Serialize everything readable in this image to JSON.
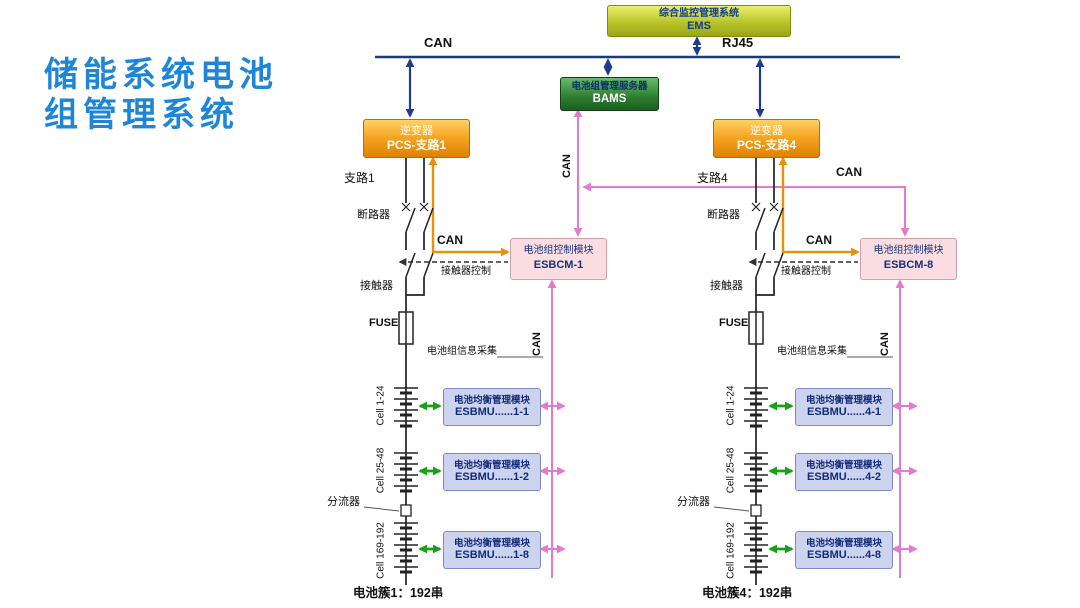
{
  "title": {
    "line1": "储能系统电池",
    "line2": "组管理系统"
  },
  "colors": {
    "title_blue": "#1e86d8",
    "bus_blue": "#1b3c7a",
    "arrow_blue": "#203b8c",
    "can_orange": "#e8920c",
    "can_pink": "#e678d2",
    "balance_green": "#18a018",
    "ems_fill": "#b9c42a",
    "bams_fill": "#2e7d32",
    "pcs_fill": "#f5a623",
    "esbcm_fill": "#f9dde1",
    "esbmu_fill": "#ccd3ef"
  },
  "top": {
    "ems": {
      "line1": "综合监控管理系统",
      "line2": "EMS"
    },
    "can_label": "CAN",
    "rj45_label": "RJ45",
    "bams": {
      "line1": "电池组管理服务器",
      "line2": "BAMS"
    },
    "bams_can_label": "CAN",
    "right_can_label": "CAN"
  },
  "branches": [
    {
      "pcs": {
        "line1": "逆变器",
        "line2": "PCS-支路1"
      },
      "branch_label": "支路1",
      "breaker_label": "断路器",
      "contactor_label": "接触器",
      "contactor_control_label": "接触器控制",
      "fuse_label": "FUSE",
      "pcs_can_label": "CAN",
      "esbcm": {
        "line1": "电池组控制模块",
        "line2": "ESBCM-1"
      },
      "info_label": "电池组信息采集",
      "trunk_can_label": "CAN",
      "shunt_label": "分流器",
      "cells": [
        "Cell 1-24",
        "Cell 25-48",
        "Cell 169-192"
      ],
      "esbmu": [
        {
          "line1": "电池均衡管理模块",
          "line2": "ESBMU......1-1"
        },
        {
          "line1": "电池均衡管理模块",
          "line2": "ESBMU......1-2"
        },
        {
          "line1": "电池均衡管理模块",
          "line2": "ESBMU......1-8"
        }
      ],
      "bottom_label": "电池簇1：192串"
    },
    {
      "pcs": {
        "line1": "逆变器",
        "line2": "PCS-支路4"
      },
      "branch_label": "支路4",
      "breaker_label": "断路器",
      "contactor_label": "接触器",
      "contactor_control_label": "接触器控制",
      "fuse_label": "FUSE",
      "pcs_can_label": "CAN",
      "esbcm": {
        "line1": "电池组控制模块",
        "line2": "ESBCM-8"
      },
      "info_label": "电池组信息采集",
      "trunk_can_label": "CAN",
      "shunt_label": "分流器",
      "cells": [
        "Cell 1-24",
        "Cell 25-48",
        "Cell 169-192"
      ],
      "esbmu": [
        {
          "line1": "电池均衡管理模块",
          "line2": "ESBMU......4-1"
        },
        {
          "line1": "电池均衡管理模块",
          "line2": "ESBMU......4-2"
        },
        {
          "line1": "电池均衡管理模块",
          "line2": "ESBMU......4-8"
        }
      ],
      "bottom_label": "电池簇4：192串"
    }
  ]
}
